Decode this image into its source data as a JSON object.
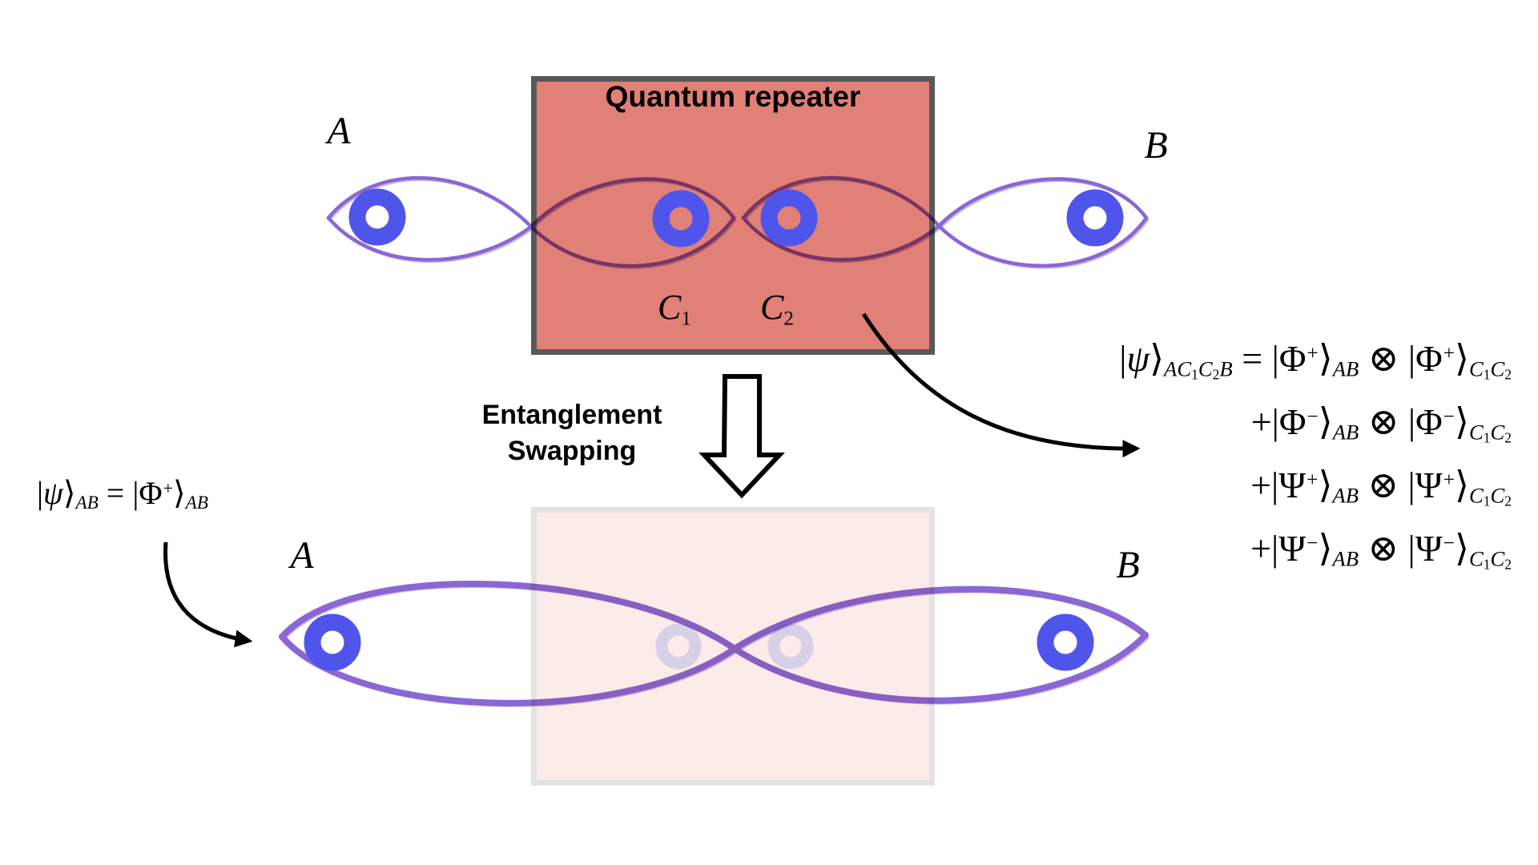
{
  "colors": {
    "box-fill": "#e08077",
    "box-border": "#595959",
    "faded-box-fill": "#fbebe9",
    "faded-box-border": "#e3e3e3",
    "ring-blue": "#4f55ea",
    "ghost-ring": "#d7d1e8",
    "curve-purple": "#8a67d4"
  },
  "top_section": {
    "repeater_title": "Quantum repeater",
    "label_A": "A",
    "label_B": "B",
    "label_C1": [
      {
        "c": "mi",
        "v": "C"
      },
      {
        "c": "sn",
        "v": "1"
      }
    ],
    "label_C2": [
      {
        "c": "mi",
        "v": "C"
      },
      {
        "c": "sn",
        "v": "2"
      }
    ]
  },
  "middle": {
    "swap_line1": "Entanglement",
    "swap_line2": "Swapping"
  },
  "bottom_section": {
    "label_A": "A",
    "label_B": "B"
  },
  "equations": {
    "left_state": [
      {
        "c": "m",
        "v": "|"
      },
      {
        "c": "mi",
        "v": "ψ"
      },
      {
        "c": "m",
        "v": "⟩"
      },
      {
        "c": "sub",
        "v": "AB"
      },
      {
        "c": "m",
        "v": " = |Φ"
      },
      {
        "c": "sup",
        "v": "+"
      },
      {
        "c": "m",
        "v": "⟩"
      },
      {
        "c": "sub",
        "v": "AB"
      }
    ],
    "right_lines": [
      [
        {
          "c": "m",
          "v": "|"
        },
        {
          "c": "mi",
          "v": "ψ"
        },
        {
          "c": "m",
          "v": "⟩"
        },
        {
          "c": "sub",
          "v": "AC"
        },
        {
          "c": "subn",
          "v": "1"
        },
        {
          "c": "sub",
          "v": "C"
        },
        {
          "c": "subn",
          "v": "2"
        },
        {
          "c": "sub",
          "v": "B"
        },
        {
          "c": "m",
          "v": " = |Φ"
        },
        {
          "c": "sup",
          "v": "+"
        },
        {
          "c": "m",
          "v": "⟩"
        },
        {
          "c": "sub",
          "v": "AB"
        },
        {
          "c": "m",
          "v": " ⊗ |Φ"
        },
        {
          "c": "sup",
          "v": "+"
        },
        {
          "c": "m",
          "v": "⟩"
        },
        {
          "c": "sub",
          "v": "C"
        },
        {
          "c": "subn",
          "v": "1"
        },
        {
          "c": "sub",
          "v": "C"
        },
        {
          "c": "subn",
          "v": "2"
        }
      ],
      [
        {
          "c": "m",
          "v": "+|Φ"
        },
        {
          "c": "sup",
          "v": "−"
        },
        {
          "c": "m",
          "v": "⟩"
        },
        {
          "c": "sub",
          "v": "AB"
        },
        {
          "c": "m",
          "v": " ⊗ |Φ"
        },
        {
          "c": "sup",
          "v": "−"
        },
        {
          "c": "m",
          "v": "⟩"
        },
        {
          "c": "sub",
          "v": "C"
        },
        {
          "c": "subn",
          "v": "1"
        },
        {
          "c": "sub",
          "v": "C"
        },
        {
          "c": "subn",
          "v": "2"
        }
      ],
      [
        {
          "c": "m",
          "v": "+|Ψ"
        },
        {
          "c": "sup",
          "v": "+"
        },
        {
          "c": "m",
          "v": "⟩"
        },
        {
          "c": "sub",
          "v": "AB"
        },
        {
          "c": "m",
          "v": " ⊗ |Ψ"
        },
        {
          "c": "sup",
          "v": "+"
        },
        {
          "c": "m",
          "v": "⟩"
        },
        {
          "c": "sub",
          "v": "C"
        },
        {
          "c": "subn",
          "v": "1"
        },
        {
          "c": "sub",
          "v": "C"
        },
        {
          "c": "subn",
          "v": "2"
        }
      ],
      [
        {
          "c": "m",
          "v": "+|Ψ"
        },
        {
          "c": "sup",
          "v": "−"
        },
        {
          "c": "m",
          "v": "⟩"
        },
        {
          "c": "sub",
          "v": "AB"
        },
        {
          "c": "m",
          "v": " ⊗ |Ψ"
        },
        {
          "c": "sup",
          "v": "−"
        },
        {
          "c": "m",
          "v": "⟩"
        },
        {
          "c": "sub",
          "v": "C"
        },
        {
          "c": "subn",
          "v": "1"
        },
        {
          "c": "sub",
          "v": "C"
        },
        {
          "c": "subn",
          "v": "2"
        }
      ]
    ]
  }
}
